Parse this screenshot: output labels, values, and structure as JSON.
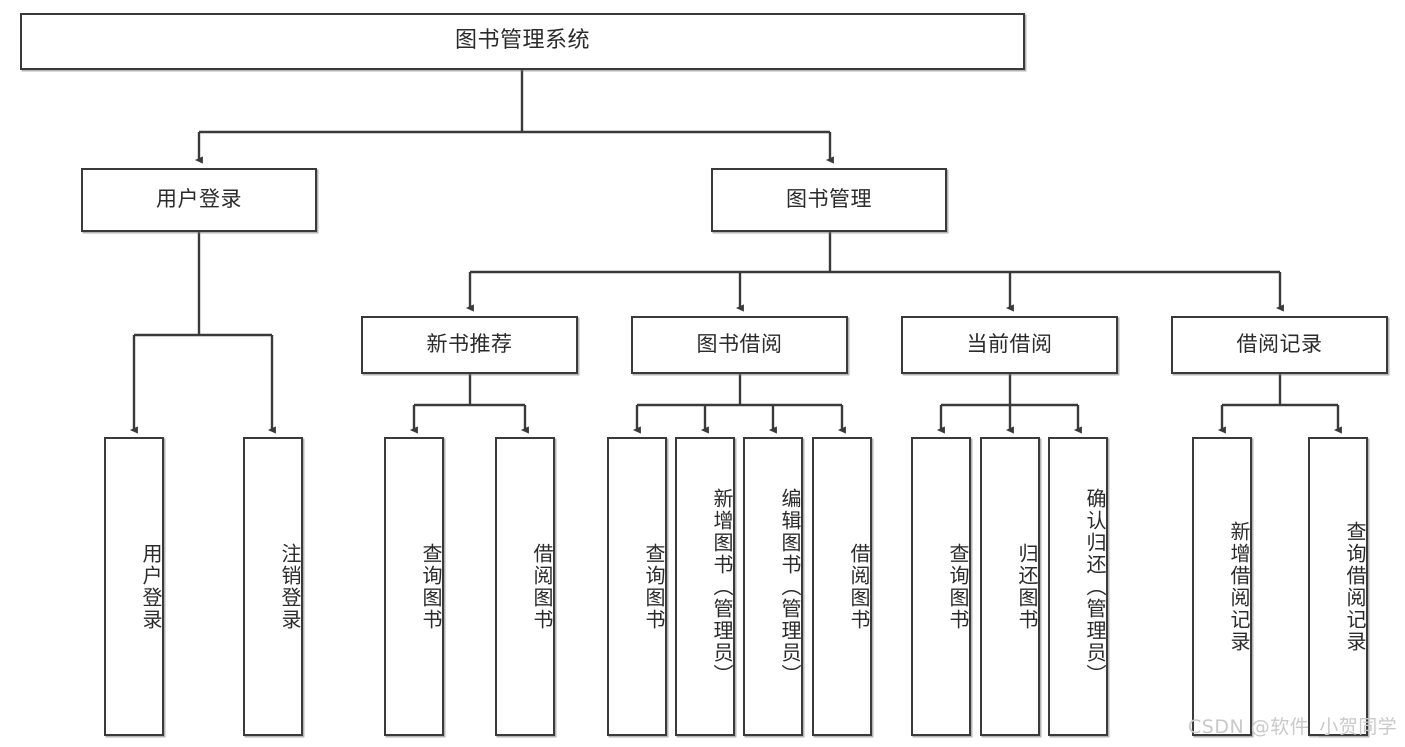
{
  "diagram": {
    "title": "图书管理系统",
    "type": "tree-hierarchy",
    "root": {
      "label": "图书管理系统"
    },
    "level2": [
      {
        "label": "用户登录"
      },
      {
        "label": "图书管理"
      }
    ],
    "level3": [
      {
        "label": "新书推荐"
      },
      {
        "label": "图书借阅"
      },
      {
        "label": "当前借阅"
      },
      {
        "label": "借阅记录"
      }
    ],
    "leaves": {
      "user_login": [
        {
          "label": "用户登录"
        },
        {
          "label": "注销登录"
        }
      ],
      "new_book_recommend": [
        {
          "label": "查询图书"
        },
        {
          "label": "借阅图书"
        }
      ],
      "book_borrow": [
        {
          "label": "查询图书"
        },
        {
          "label": "新增图书（管理员）"
        },
        {
          "label": "编辑图书（管理员）"
        },
        {
          "label": "借阅图书"
        }
      ],
      "current_borrow": [
        {
          "label": "查询图书"
        },
        {
          "label": "归还图书"
        },
        {
          "label": "确认归还（管理员）"
        }
      ],
      "borrow_record": [
        {
          "label": "新增借阅记录"
        },
        {
          "label": "查询借阅记录"
        }
      ]
    }
  },
  "watermark": {
    "text": "CSDN @软件_小贺同学"
  },
  "colors": {
    "border": "#3a3a3a",
    "text": "#2b2b2b",
    "background": "#ffffff",
    "watermark": "#c9c9c9"
  }
}
